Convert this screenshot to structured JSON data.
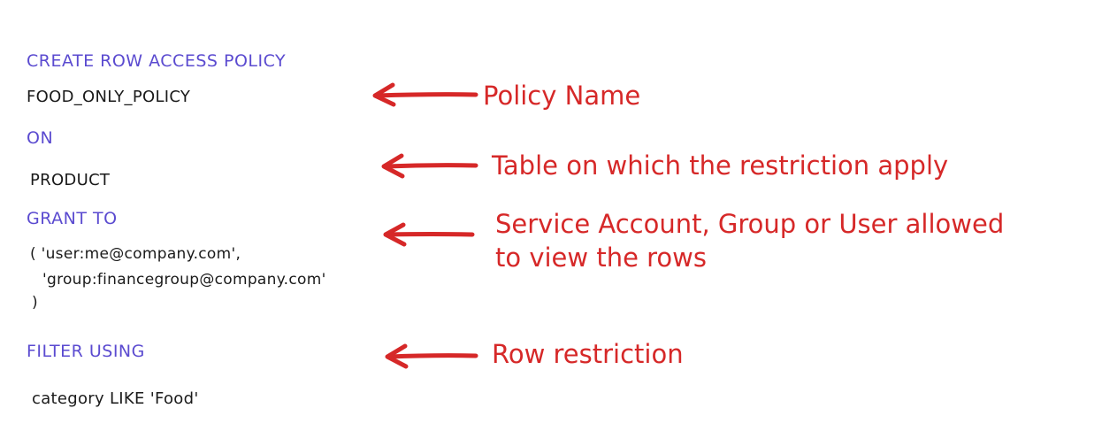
{
  "sql": {
    "create_kw": "CREATE ROW ACCESS POLICY",
    "policy_name": "FOOD_ONLY_POLICY",
    "on_kw": "ON",
    "table_name": "PRODUCT",
    "grant_kw": "GRANT TO",
    "grant_open": "( 'user:me@company.com',",
    "grant_group": "'group:financegroup@company.com'",
    "grant_close": ")",
    "filter_kw": "FILTER USING",
    "filter_expr": "category LIKE 'Food'"
  },
  "annotations": {
    "policy_name": "Policy Name",
    "table": "Table on which the restriction apply",
    "grant_line1": "Service Account, Group or User allowed",
    "grant_line2": "to view the rows",
    "filter": "Row restriction"
  },
  "colors": {
    "keyword": "#5b4bd0",
    "value": "#1a1a1a",
    "annotation": "#d62828"
  }
}
